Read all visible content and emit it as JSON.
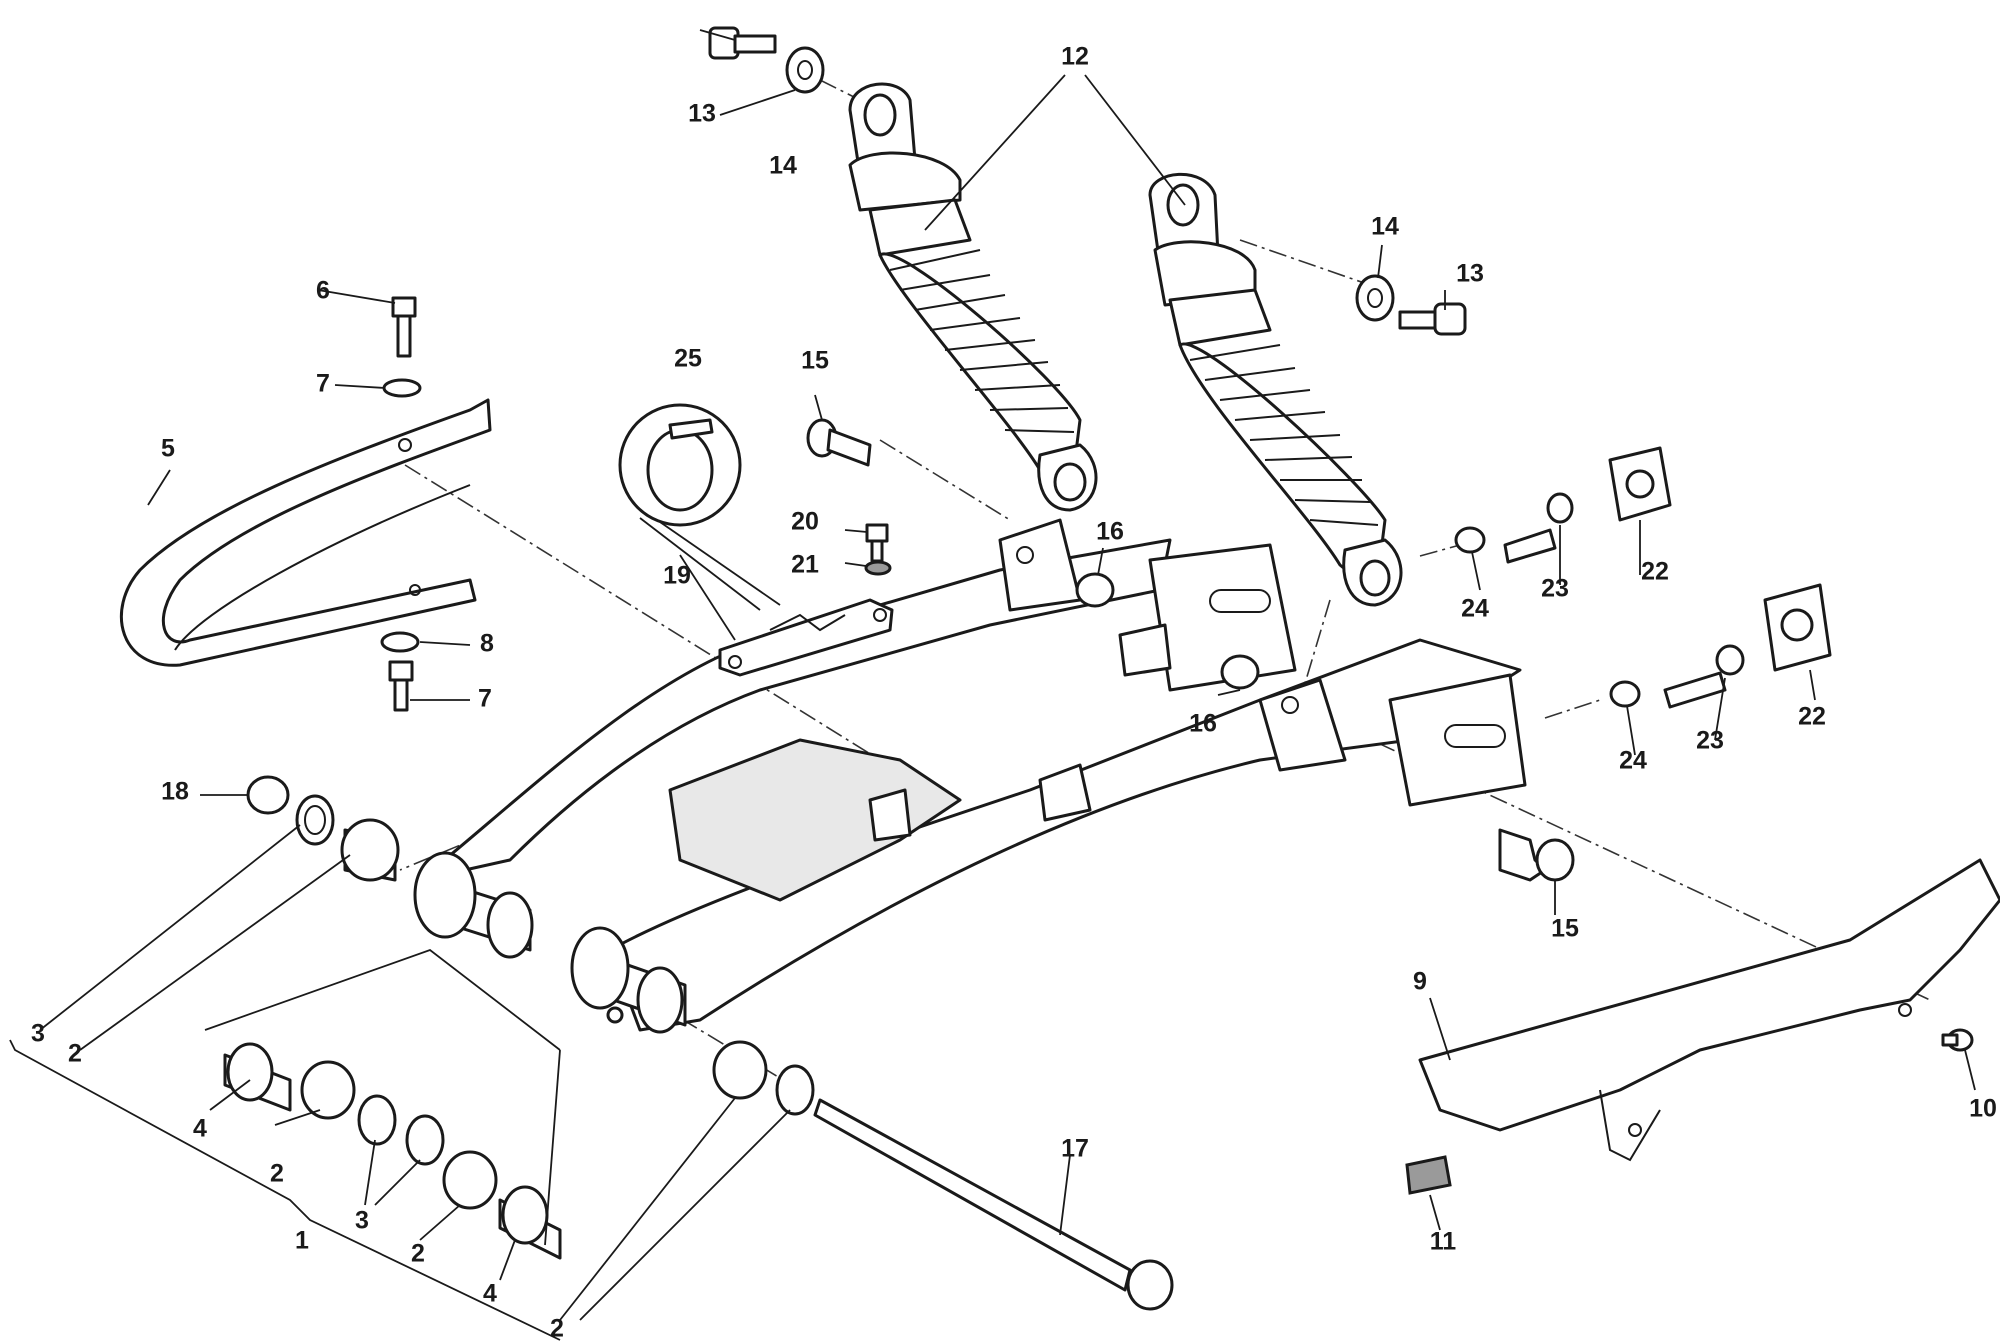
{
  "diagram": {
    "callouts": [
      {
        "id": "c1",
        "text": "1"
      },
      {
        "id": "c2a",
        "text": "2"
      },
      {
        "id": "c2b",
        "text": "2"
      },
      {
        "id": "c2c",
        "text": "2"
      },
      {
        "id": "c2d",
        "text": "2"
      },
      {
        "id": "c3a",
        "text": "3"
      },
      {
        "id": "c3b",
        "text": "3"
      },
      {
        "id": "c4a",
        "text": "4"
      },
      {
        "id": "c4b",
        "text": "4"
      },
      {
        "id": "c5",
        "text": "5"
      },
      {
        "id": "c6",
        "text": "6"
      },
      {
        "id": "c7a",
        "text": "7"
      },
      {
        "id": "c7b",
        "text": "7"
      },
      {
        "id": "c8",
        "text": "8"
      },
      {
        "id": "c9",
        "text": "9"
      },
      {
        "id": "c10",
        "text": "10"
      },
      {
        "id": "c11",
        "text": "11"
      },
      {
        "id": "c12",
        "text": "12"
      },
      {
        "id": "c13a",
        "text": "13"
      },
      {
        "id": "c13b",
        "text": "13"
      },
      {
        "id": "c14a",
        "text": "14"
      },
      {
        "id": "c14b",
        "text": "14"
      },
      {
        "id": "c15a",
        "text": "15"
      },
      {
        "id": "c15b",
        "text": "15"
      },
      {
        "id": "c16a",
        "text": "16"
      },
      {
        "id": "c16b",
        "text": "16"
      },
      {
        "id": "c17",
        "text": "17"
      },
      {
        "id": "c18",
        "text": "18"
      },
      {
        "id": "c19",
        "text": "19"
      },
      {
        "id": "c20",
        "text": "20"
      },
      {
        "id": "c21",
        "text": "21"
      },
      {
        "id": "c22a",
        "text": "22"
      },
      {
        "id": "c22b",
        "text": "22"
      },
      {
        "id": "c23a",
        "text": "23"
      },
      {
        "id": "c23b",
        "text": "23"
      },
      {
        "id": "c24a",
        "text": "24"
      },
      {
        "id": "c24b",
        "text": "24"
      },
      {
        "id": "c25",
        "text": "25"
      }
    ]
  }
}
